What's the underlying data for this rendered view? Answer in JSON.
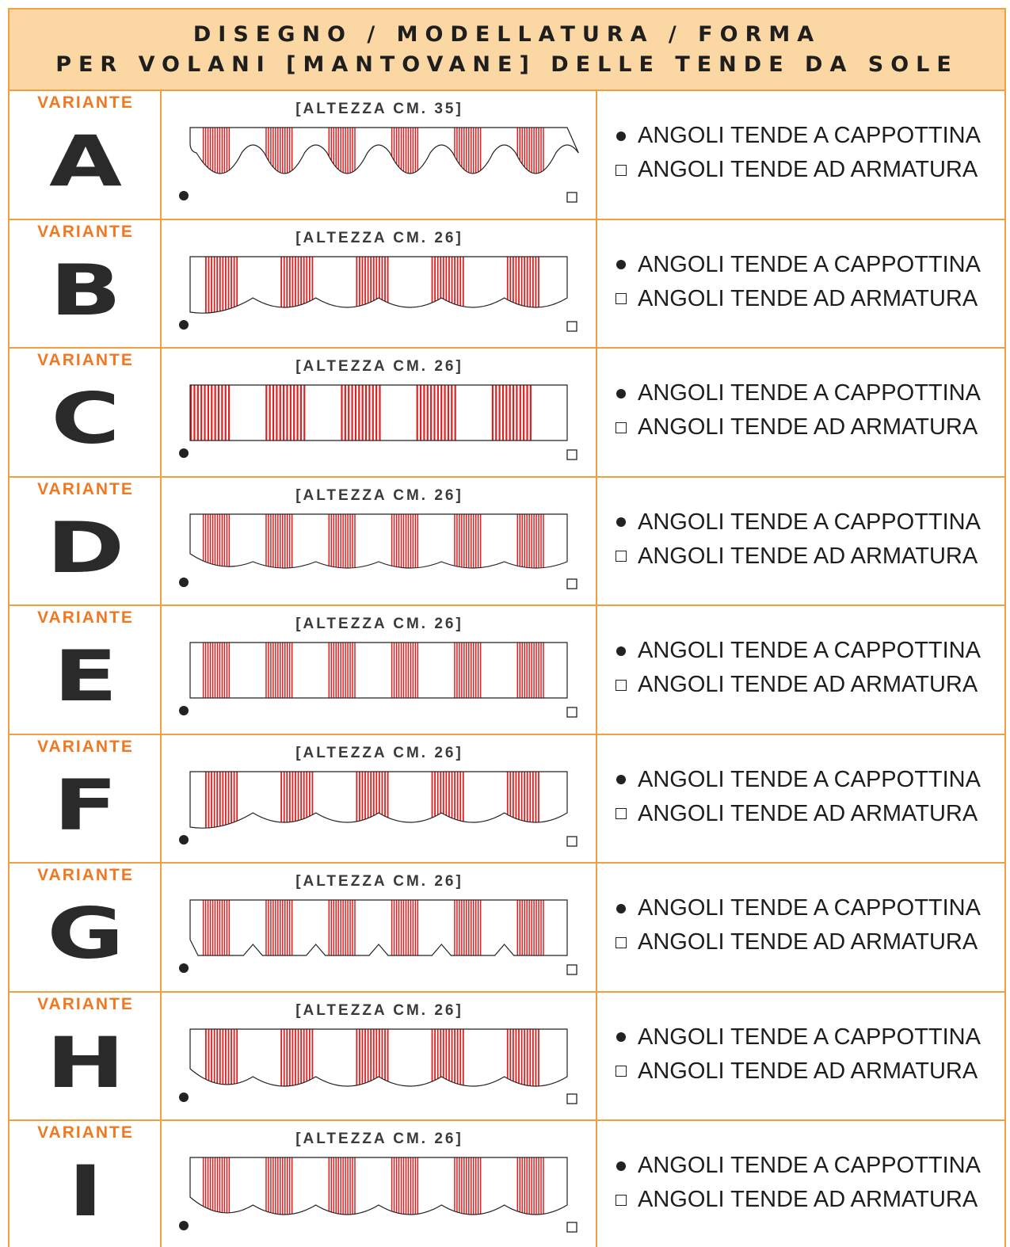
{
  "header": {
    "line1": "DISEGNO / MODELLATURA / FORMA",
    "line2": "PER VOLANI [MANTOVANE] DELLE TENDE DA SOLE"
  },
  "colors": {
    "border": "#f0a040",
    "header_bg": "#fbd7a3",
    "variant_label": "#f07820",
    "stripe_red": "#e02020"
  },
  "variants": [
    {
      "label": "VARIANTE",
      "letter": "A",
      "height": "[ALTEZZA CM. 35]",
      "style": "scallop",
      "stripes": 6,
      "option_1": "ANGOLI TENDE A CAPPOTTINA",
      "option_2": "ANGOLI TENDE AD ARMATURA",
      "dot_icon": "filled-circle-icon",
      "box_icon": "empty-square-icon"
    },
    {
      "label": "VARIANTE",
      "letter": "B",
      "height": "[ALTEZZA CM. 26]",
      "style": "notch-round",
      "stripes": 5,
      "option_1": "ANGOLI TENDE A CAPPOTTINA",
      "option_2": "ANGOLI TENDE AD ARMATURA",
      "dot_icon": "filled-circle-icon",
      "box_icon": "empty-square-icon"
    },
    {
      "label": "VARIANTE",
      "letter": "C",
      "height": "[ALTEZZA CM. 26]",
      "style": "square",
      "stripes": 5,
      "option_1": "ANGOLI TENDE A CAPPOTTINA",
      "option_2": "ANGOLI TENDE AD ARMATURA",
      "dot_icon": "filled-circle-icon",
      "box_icon": "empty-square-icon"
    },
    {
      "label": "VARIANTE",
      "letter": "D",
      "height": "[ALTEZZA CM. 26]",
      "style": "round-bottom",
      "stripes": 6,
      "option_1": "ANGOLI TENDE A CAPPOTTINA",
      "option_2": "ANGOLI TENDE AD ARMATURA",
      "dot_icon": "filled-circle-icon",
      "box_icon": "empty-square-icon"
    },
    {
      "label": "VARIANTE",
      "letter": "E",
      "height": "[ALTEZZA CM. 26]",
      "style": "straight",
      "stripes": 6,
      "option_1": "ANGOLI TENDE A CAPPOTTINA",
      "option_2": "ANGOLI TENDE AD ARMATURA",
      "dot_icon": "filled-circle-icon",
      "box_icon": "empty-square-icon"
    },
    {
      "label": "VARIANTE",
      "letter": "F",
      "height": "[ALTEZZA CM. 26]",
      "style": "notch-round",
      "stripes": 5,
      "option_1": "ANGOLI TENDE A CAPPOTTINA",
      "option_2": "ANGOLI TENDE AD ARMATURA",
      "dot_icon": "filled-circle-icon",
      "box_icon": "empty-square-icon"
    },
    {
      "label": "VARIANTE",
      "letter": "G",
      "height": "[ALTEZZA CM. 26]",
      "style": "zigzag",
      "stripes": 6,
      "option_1": "ANGOLI TENDE A CAPPOTTINA",
      "option_2": "ANGOLI TENDE AD ARMATURA",
      "dot_icon": "filled-circle-icon",
      "box_icon": "empty-square-icon"
    },
    {
      "label": "VARIANTE",
      "letter": "H",
      "height": "[ALTEZZA CM. 26]",
      "style": "wave",
      "stripes": 5,
      "option_1": "ANGOLI TENDE A CAPPOTTINA",
      "option_2": "ANGOLI TENDE AD ARMATURA",
      "dot_icon": "filled-circle-icon",
      "box_icon": "empty-square-icon"
    },
    {
      "label": "VARIANTE",
      "letter": "I",
      "height": "[ALTEZZA CM. 26]",
      "style": "wave-narrow",
      "stripes": 6,
      "option_1": "ANGOLI TENDE A CAPPOTTINA",
      "option_2": "ANGOLI TENDE AD ARMATURA",
      "dot_icon": "filled-circle-icon",
      "box_icon": "empty-square-icon"
    }
  ]
}
